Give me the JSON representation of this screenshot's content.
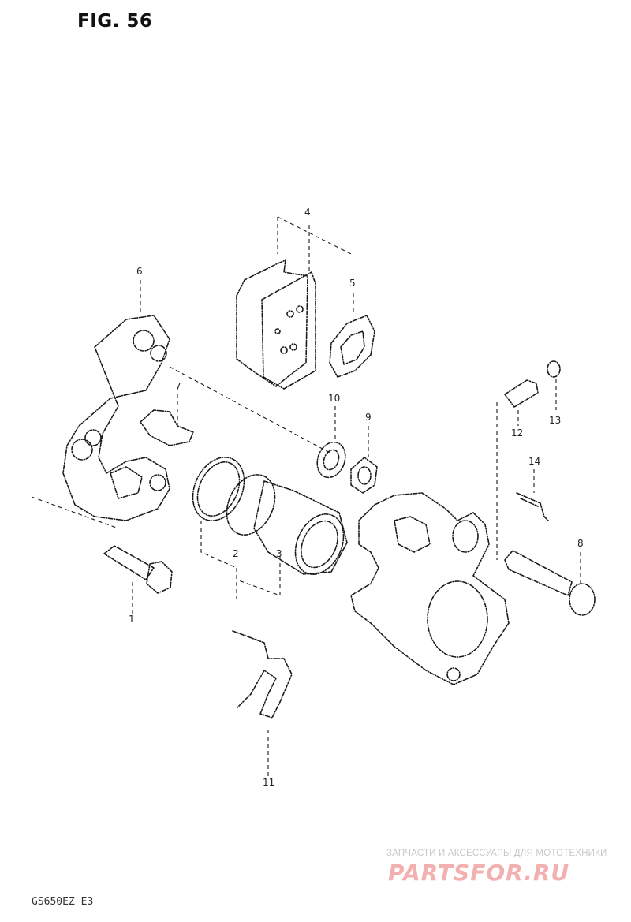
{
  "figure": {
    "title": "FIG. 56"
  },
  "callouts": [
    "1",
    "2",
    "3",
    "4",
    "5",
    "6",
    "7",
    "8",
    "9",
    "10",
    "11",
    "12",
    "13",
    "14"
  ],
  "footer": {
    "model_code": "GS650EZ E3"
  },
  "watermark": {
    "tagline": "ЗАПЧАСТИ И АКСЕССУАРЫ ДЛЯ МОТОТЕХНИКИ",
    "logo": "PARTSFOR.RU"
  }
}
